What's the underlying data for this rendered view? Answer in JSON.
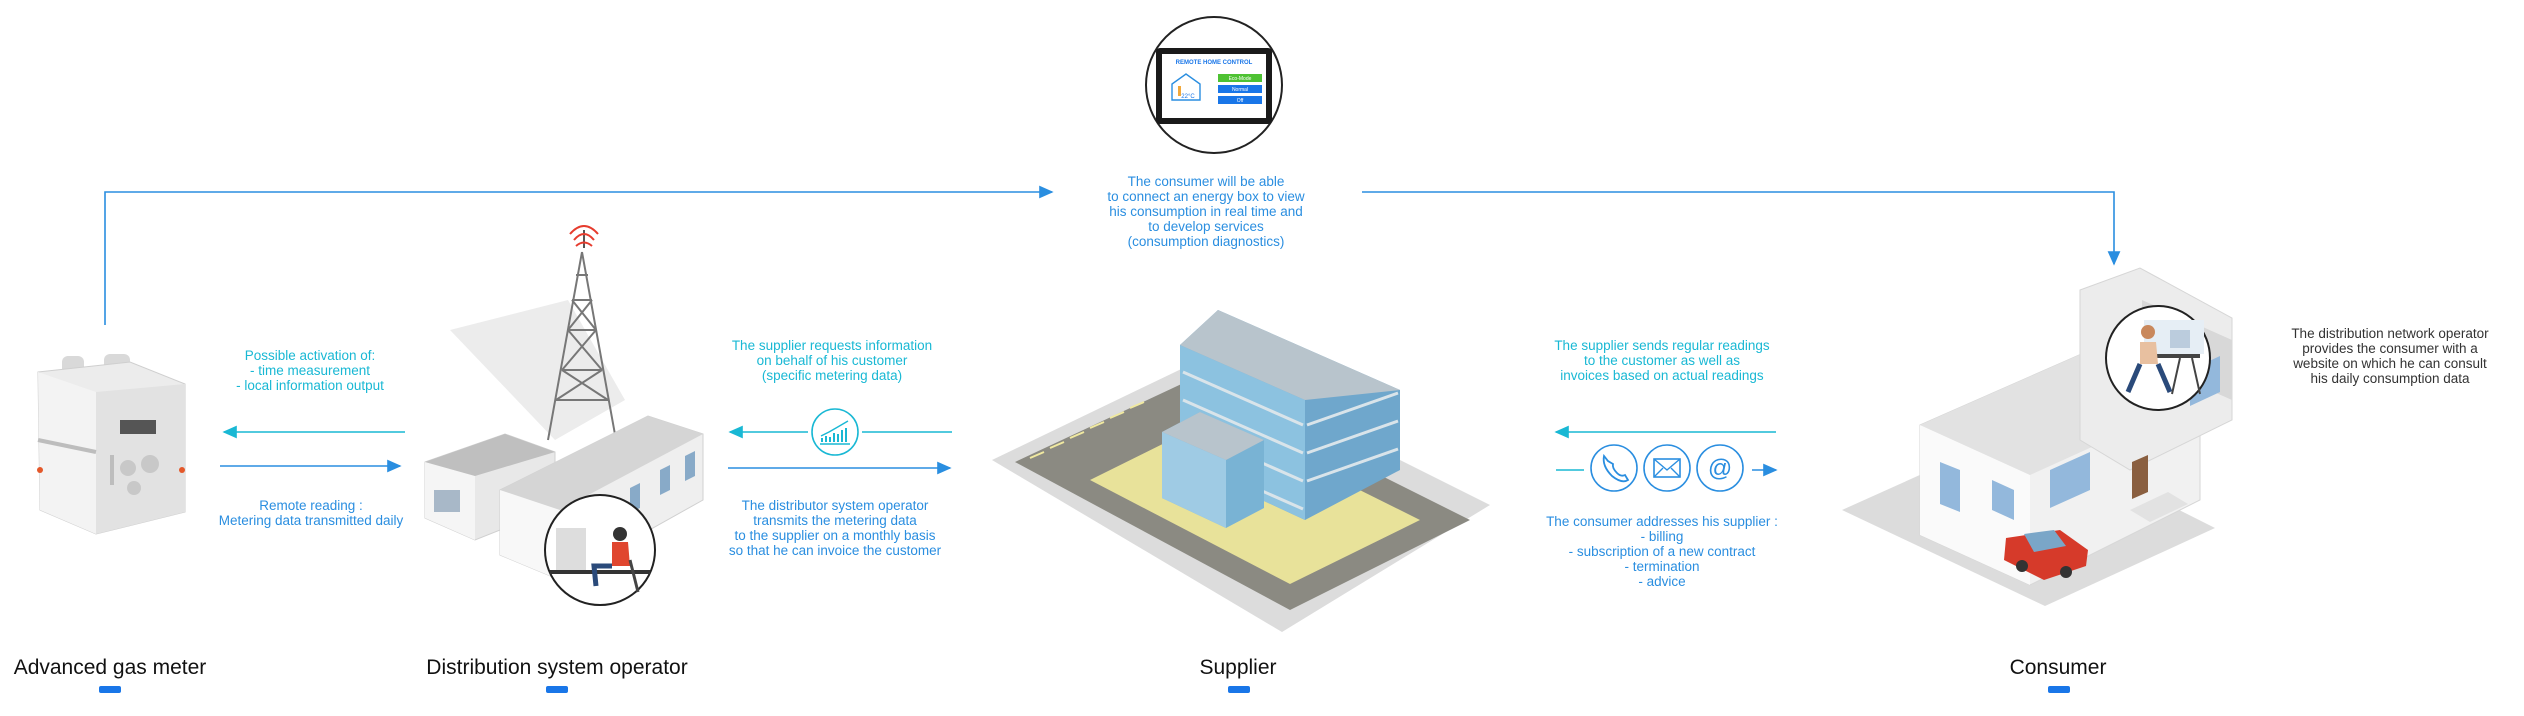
{
  "colors": {
    "cyan": "#19b8d4",
    "blue": "#2a8ee0",
    "label_tick": "#1976e8"
  },
  "labels": {
    "meter": "Advanced gas meter",
    "operator": "Distribution system operator",
    "supplier": "Supplier",
    "consumer": "Consumer"
  },
  "notes": {
    "energy_box": "The consumer will be able\nto connect an energy box to view\nhis consumption in real time and\nto develop services\n(consumption diagnostics)",
    "activation": "Possible activation of:\n- time measurement\n- local information output",
    "remote_reading": "Remote reading  :\nMetering data transmitted daily",
    "supplier_request": "The supplier requests information\non behalf of his customer\n(specific metering data)",
    "distributor_transmit": "The distributor system operator\ntransmits the metering data\nto the supplier on a monthly basis\nso that he can invoice the customer",
    "supplier_sends": "The supplier sends regular readings\nto the customer as well as\ninvoices based on actual readings",
    "consumer_addresses": "The consumer addresses his supplier :\n- billing\n- subscription of a new contract\n- termination\n- advice",
    "network_website": "The distribution network operator\nprovides the consumer with a\nwebsite on which he can consult\nhis daily consumption data"
  },
  "tablet": {
    "title": "REMOTE HOME CONTROL",
    "temp": "22°C",
    "modes": [
      "Eco-Mode",
      "Normal",
      "Off"
    ]
  },
  "icons": [
    "gas-meter-icon",
    "radio-tower-icon",
    "building-icon",
    "house-icon",
    "chart-icon",
    "phone-icon",
    "mail-icon",
    "at-icon",
    "tablet-icon",
    "person-icon",
    "car-icon"
  ]
}
